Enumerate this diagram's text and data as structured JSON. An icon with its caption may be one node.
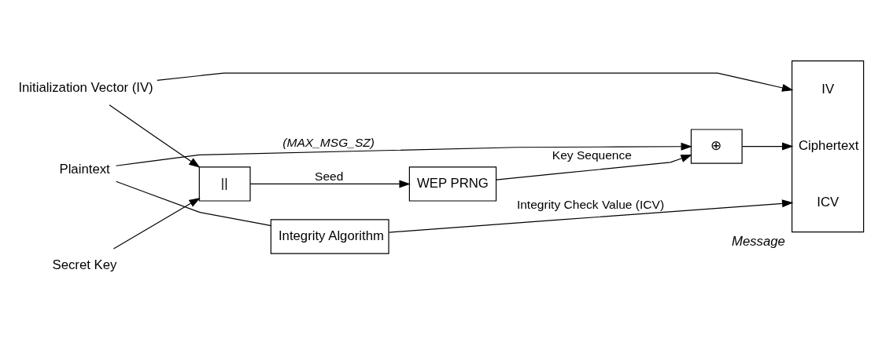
{
  "diagram": {
    "nodes": [
      {
        "text": [
          "Initialization Vector (IV)"
        ]
      },
      {
        "text": [
          "Secret Key"
        ]
      },
      {
        "text": [
          "Plaintext"
        ]
      },
      {
        "text": [
          "||"
        ]
      },
      {
        "text": [
          "WEP PRNG"
        ]
      },
      {
        "text": [
          "⊕"
        ]
      },
      {
        "text": [
          "IV",
          "Ciphertext",
          "ICV"
        ],
        "beside": [
          "Message"
        ]
      },
      {
        "text": [
          "Integrity Algorithm"
        ]
      }
    ],
    "edges": [
      {
        "from": 0,
        "to": 3,
        "arrow": "to"
      },
      {
        "from": 0,
        "to": 6,
        "arrow": "to"
      },
      {
        "from": 1,
        "to": 3,
        "arrow": "to"
      },
      {
        "from": 3,
        "to": 4,
        "arrow": "to",
        "label": "Seed"
      },
      {
        "from": 4,
        "to": 5,
        "arrow": "to",
        "label": "Key Sequence"
      },
      {
        "from": 2,
        "to": 5,
        "arrow": "to",
        "label": "(MAX_MSG_SZ)"
      },
      {
        "from": 2,
        "to": 7,
        "arrow": "none"
      },
      {
        "from": 5,
        "to": 6,
        "arrow": "to"
      },
      {
        "from": 7,
        "to": 6,
        "arrow": "to",
        "label": "Integrity Check Value (ICV)"
      }
    ]
  }
}
